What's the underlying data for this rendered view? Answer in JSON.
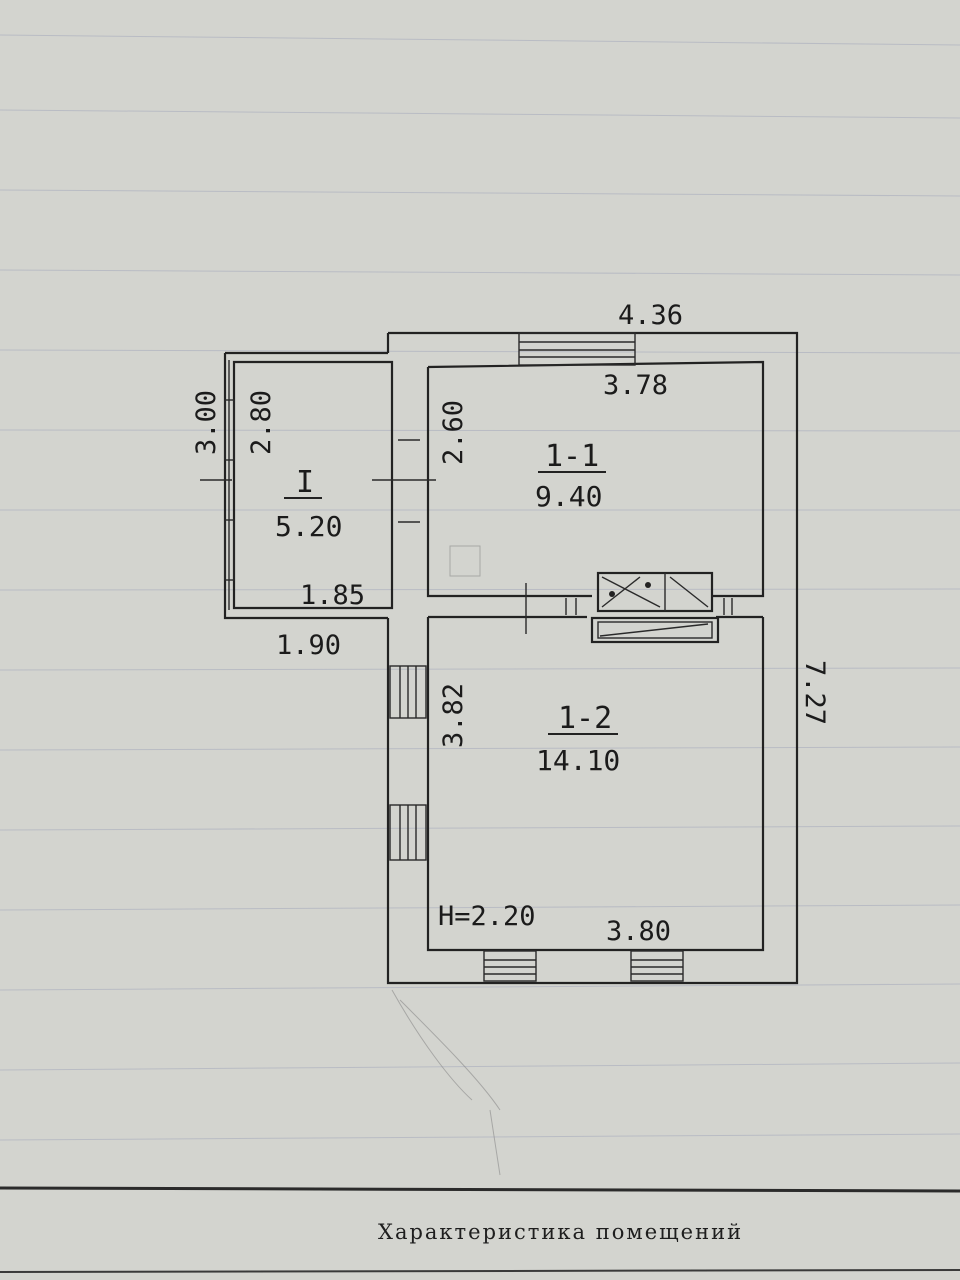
{
  "dimensions": {
    "outer_width_top": "4.36",
    "room1_width_top": "3.78",
    "outer_height_right": "7.27",
    "vestibule_outer_height": "3.00",
    "vestibule_inner_height": "2.80",
    "room1_height": "2.60",
    "vestibule_inner_width": "1.85",
    "vestibule_outer_width": "1.90",
    "room2_height": "3.82",
    "room2_width_bottom": "3.80"
  },
  "rooms": [
    {
      "id": "I",
      "area": "5.20"
    },
    {
      "id": "1-1",
      "area": "9.40"
    },
    {
      "id": "1-2",
      "area": "14.10"
    }
  ],
  "ceiling_height": "H=2.20",
  "caption": "Характеристика помещений"
}
